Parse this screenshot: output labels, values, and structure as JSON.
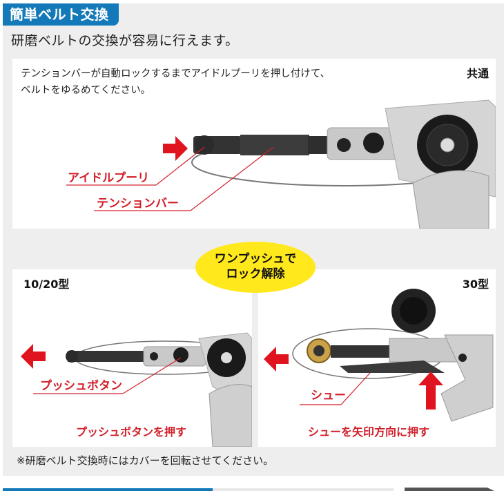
{
  "header": {
    "section_title": "簡単ベルト交換",
    "subtitle": "研磨ベルトの交換が容易に行えます。"
  },
  "top_panel": {
    "instruction_line1": "テンションバーが自動ロックするまでアイドルプーリを押し付けて、",
    "instruction_line2": "ベルトをゆるめてください。",
    "tag": "共通",
    "callouts": {
      "idle_pulley": "アイドルプーリ",
      "tension_bar": "テンションバー"
    }
  },
  "badge": {
    "line1": "ワンプッシュで",
    "line2": "ロック解除"
  },
  "left_panel": {
    "tag": "10/20型",
    "callout": "プッシュボタン",
    "caption": "プッシュボタンを押す"
  },
  "right_panel": {
    "tag": "30型",
    "callout": "シュー",
    "caption": "シューを矢印方向に押す"
  },
  "note": "※研磨ベルト交換時にはカバーを回転させてください。",
  "colors": {
    "accent_blue": "#1479b8",
    "callout_red": "#d2202a",
    "badge_yellow": "#ffe81c",
    "background_grey": "#eeeeee"
  }
}
